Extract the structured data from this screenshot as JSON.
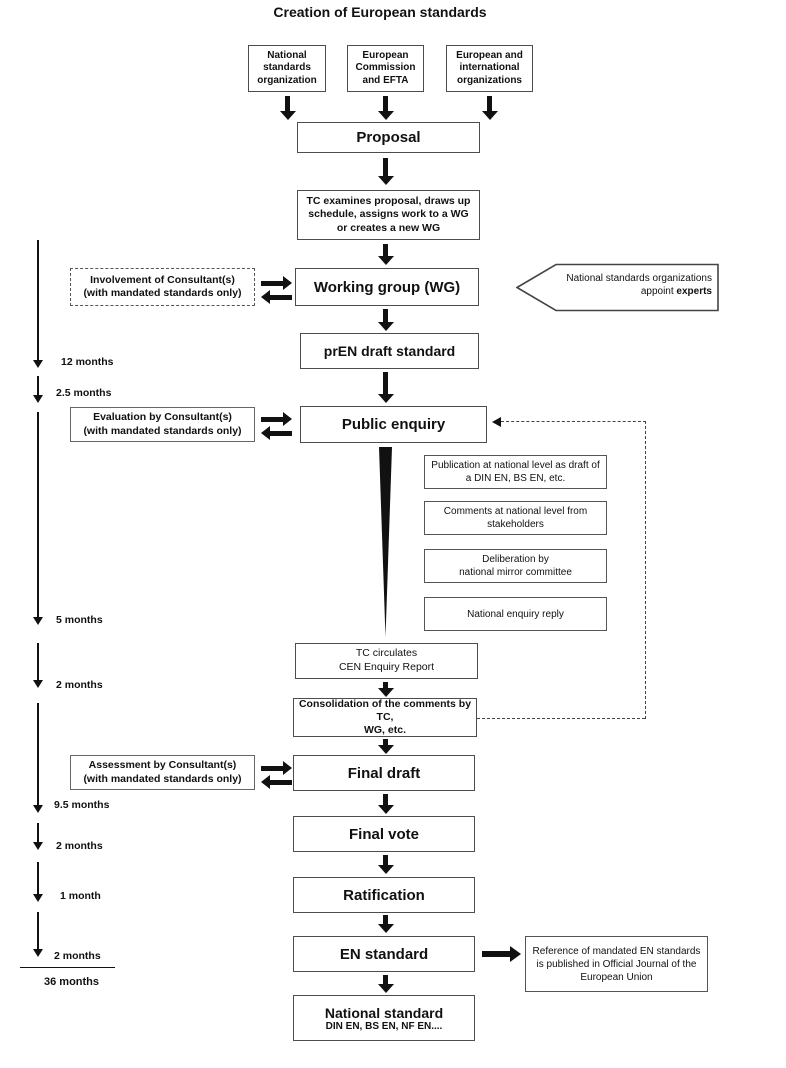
{
  "title": "Creation of European standards",
  "top_boxes": {
    "box1": "National\nstandards\norganization",
    "box2": "European\nCommission\nand EFTA",
    "box3": "European and\ninternational\norganizations"
  },
  "flow": {
    "proposal": "Proposal",
    "tc_examines": "TC examines proposal, draws up\nschedule, assigns work to a WG\nor creates a new WG",
    "working_group": "Working group (WG)",
    "pren_draft": "prEN draft standard",
    "public_enquiry": "Public enquiry",
    "tc_circulates": "TC circulates\nCEN Enquiry Report",
    "consolidation": "Consolidation of the comments by TC,\nWG, etc.",
    "final_draft": "Final draft",
    "final_vote": "Final vote",
    "ratification": "Ratification",
    "en_standard": "EN standard",
    "national_standard_title": "National standard",
    "national_standard_sub": "DIN EN, BS EN, NF EN...."
  },
  "consultants": {
    "involvement": "Involvement of Consultant(s)\n(with mandated standards only)",
    "evaluation": "Evaluation by Consultant(s)\n(with mandated standards only)",
    "assessment": "Assessment by Consultant(s)\n(with mandated standards only)"
  },
  "callout": {
    "line1": "National standards organizations",
    "line2_normal": "appoint ",
    "line2_bold": "experts"
  },
  "national_steps": [
    "Publication at national level as draft of\na DIN EN, BS EN, etc.",
    "Comments at national level from\nstakeholders",
    "Deliberation by\nnational mirror committee",
    "National enquiry reply"
  ],
  "reference_box": "Reference of mandated EN standards\nis published in Official Journal of the\nEuropean Union",
  "timeline": {
    "labels": [
      "12 months",
      "2.5 months",
      "5 months",
      "2 months",
      "9.5 months",
      "2 months",
      "1 month",
      "2 months"
    ],
    "total": "36 months"
  },
  "colors": {
    "line": "#111111",
    "border": "#4d4d4d"
  }
}
